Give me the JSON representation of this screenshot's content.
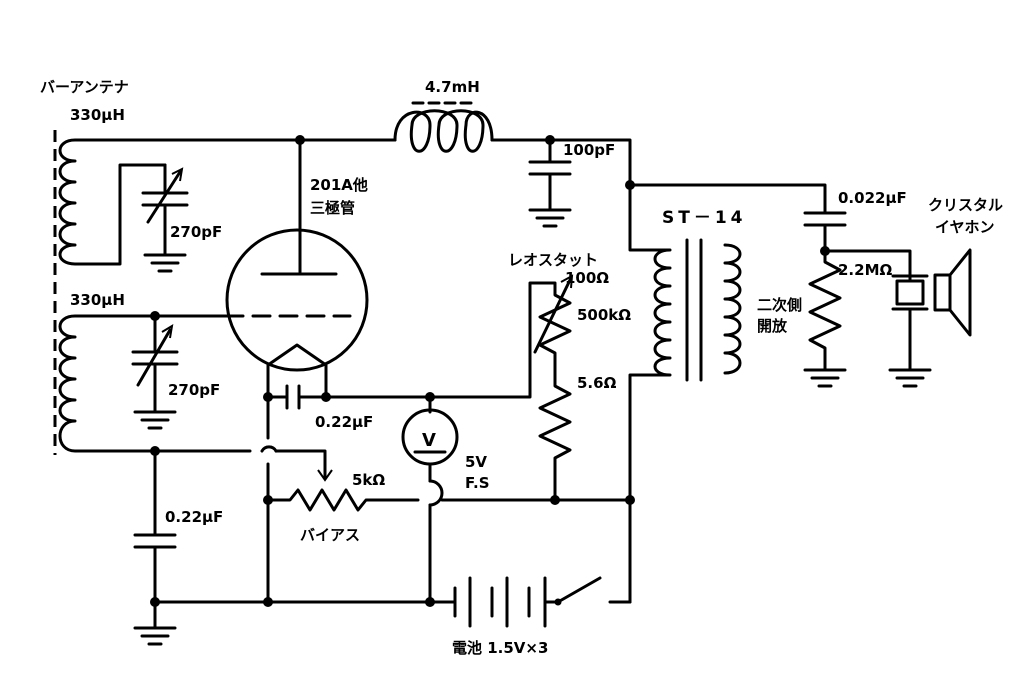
{
  "labels": {
    "bar_antenna": "バーアンテナ",
    "l1": "330μH",
    "c1": "270pF",
    "l2": "330μH",
    "c2": "270pF",
    "tube_name": "201A他",
    "tube_type": "三極管",
    "choke": "4.7mH",
    "c_plate": "100pF",
    "transformer": "ST－14",
    "secondary_line1": "二次側",
    "secondary_line2": "開放",
    "c_coupling": "0.022μF",
    "r_load": "2.2MΩ",
    "earphone_line1": "クリスタル",
    "earphone_line2": "イヤホン",
    "rheostat_name": "レオスタット",
    "rheostat_value": "100Ω",
    "r_plate": "500kΩ",
    "r_series": "5.6Ω",
    "c_filament": "0.22μF",
    "meter_symbol": "V",
    "meter_range_line1": "5V",
    "meter_range_line2": "F.S",
    "r_bias": "5kΩ",
    "bias_label": "バイアス",
    "c_ground": "0.22μF",
    "battery": "電池 1.5V×3"
  }
}
